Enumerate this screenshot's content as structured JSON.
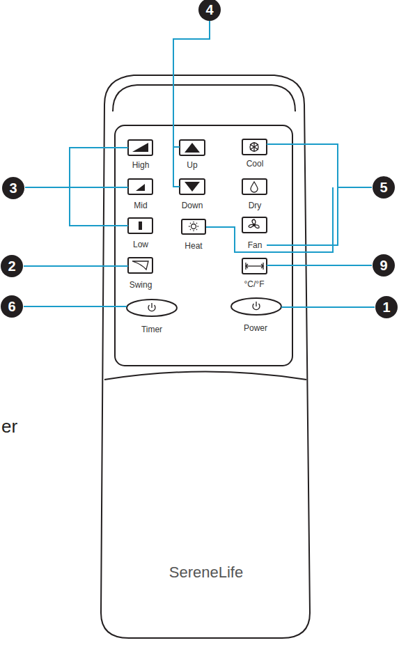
{
  "diagram": {
    "nodes": [
      {
        "text": [
          "4"
        ]
      },
      {
        "text": [
          "3"
        ]
      },
      {
        "text": [
          "5"
        ]
      },
      {
        "text": [
          "2"
        ]
      },
      {
        "text": [
          "9"
        ]
      },
      {
        "text": [
          "6"
        ]
      },
      {
        "text": [
          "1"
        ]
      }
    ],
    "labels": [
      "High",
      "Up",
      "Cool",
      "Mid",
      "Down",
      "Dry",
      "Low",
      "Heat",
      "Fan",
      "Swing",
      "°C/°F",
      "Timer",
      "Power",
      "er",
      "SereneLife"
    ]
  }
}
